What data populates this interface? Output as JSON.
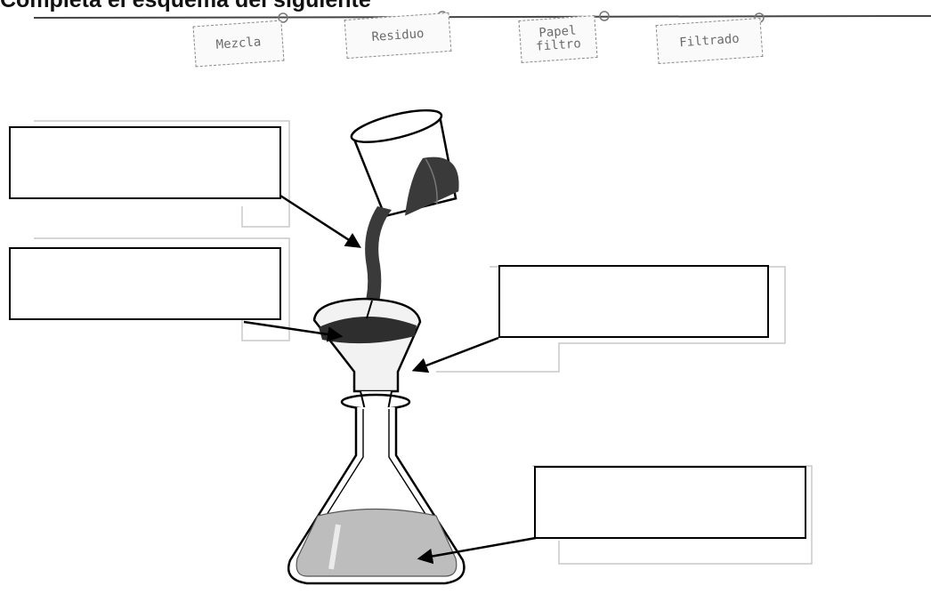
{
  "title": "Completa el esquema del siguiente",
  "word_bank": {
    "tags": [
      {
        "label": "Mezcla"
      },
      {
        "label": "Residuo"
      },
      {
        "label": "Papel filtro"
      },
      {
        "label": "Filtrado"
      }
    ]
  },
  "answer_boxes": [
    {
      "value": ""
    },
    {
      "value": ""
    },
    {
      "value": ""
    },
    {
      "value": ""
    }
  ],
  "colors": {
    "ink": "#000000",
    "mixture": "#3a3a3a",
    "liquid": "#bdbdbd",
    "tag_border": "#8a8a8a",
    "tag_text": "#6b6b6b"
  }
}
